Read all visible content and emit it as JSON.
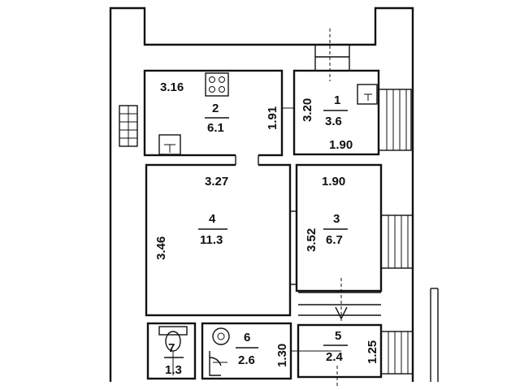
{
  "rooms": [
    {
      "id": "2",
      "number": "2",
      "area": "6.1",
      "width_label": "3.16",
      "depth_label": "1.91"
    },
    {
      "id": "1",
      "number": "1",
      "area": "3.6",
      "width_label": "1.90",
      "depth_label": "3.20"
    },
    {
      "id": "4",
      "number": "4",
      "area": "11.3",
      "width_label": "3.27",
      "depth_label": "3.46"
    },
    {
      "id": "3",
      "number": "3",
      "area": "6.7",
      "width_label": "1.90",
      "depth_label": "3.52"
    },
    {
      "id": "5",
      "number": "5",
      "area": "2.4",
      "width_label": "",
      "depth_label": "1.25"
    },
    {
      "id": "6",
      "number": "6",
      "area": "2.6",
      "width_label": "",
      "depth_label": "1.30"
    },
    {
      "id": "7",
      "number": "7",
      "area": "1.3",
      "width_label": "",
      "depth_label": ""
    }
  ]
}
